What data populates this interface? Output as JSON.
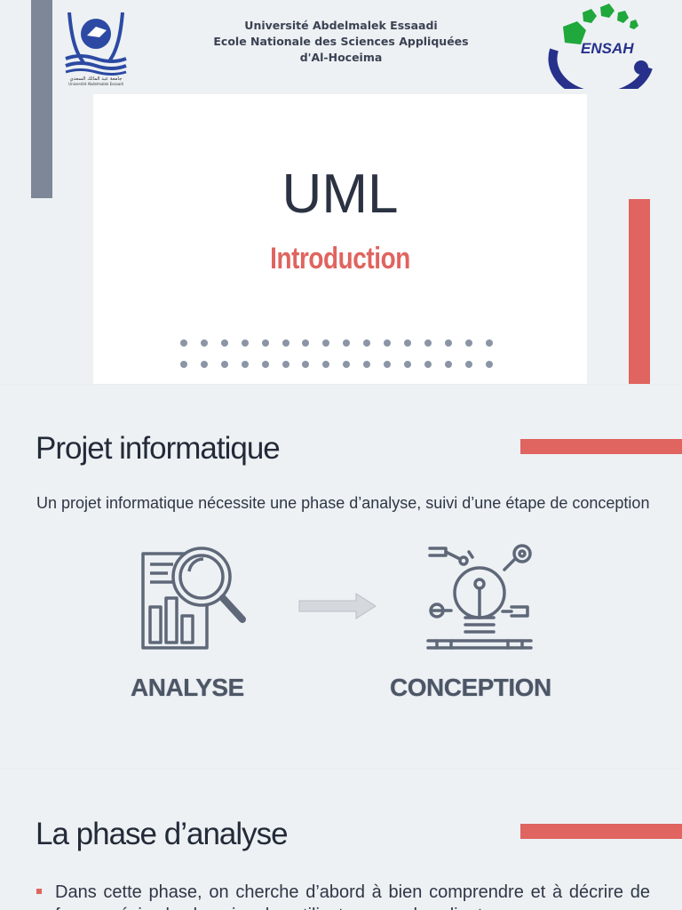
{
  "slide1": {
    "university_lines": [
      "Université Abdelmalek Essaadi",
      "Ecole Nationale des Sciences Appliquées",
      "d'Al-Hoceima"
    ],
    "logo_left_caption": "جامعة عبد المالك السعدي",
    "logo_left_subcaption": "Université Abdelmalek Essaadi",
    "logo_right_text": "ENSAH",
    "title": "UML",
    "subtitle": "Introduction",
    "colors": {
      "accent_red": "#e0645f",
      "accent_gray": "#7d8797",
      "title": "#2b3242"
    }
  },
  "slide2": {
    "heading": "Projet informatique",
    "paragraph": "Un projet informatique nécessite une phase d’analyse, suivi d’une étape de conception",
    "label_left": "ANALYSE",
    "label_right": "CONCEPTION",
    "icons": [
      "analysis-magnifier-chart-icon",
      "arrow-right-icon",
      "lightbulb-gears-icon"
    ]
  },
  "slide3": {
    "heading": "La phase d’analyse",
    "bullet": "Dans cette phase, on cherche d’abord à bien comprendre et à décrire de façon précise les besoins des utilisateurs ou des clients."
  }
}
